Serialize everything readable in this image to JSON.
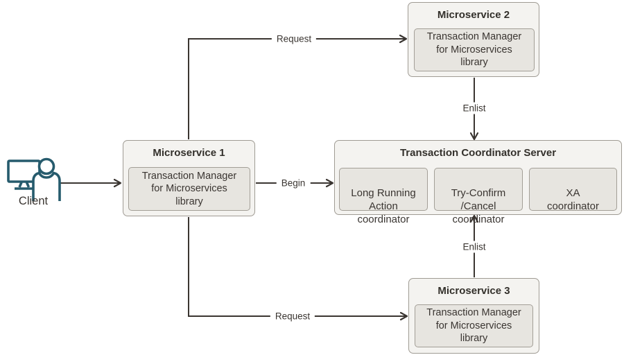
{
  "diagram": {
    "background": "#ffffff",
    "line_color": "#3a3531",
    "client_icon_color": "#265b6d",
    "outer_box_fill": "#f4f3f0",
    "inner_box_fill": "#e7e5e0",
    "border_color": "#9f9b93"
  },
  "client": {
    "label": "Client",
    "icon": "person-at-computer-icon"
  },
  "nodes": {
    "microservice1": {
      "title": "Microservice 1",
      "library": "Transaction Manager\nfor Microservices\nlibrary"
    },
    "microservice2": {
      "title": "Microservice 2",
      "library": "Transaction Manager\nfor Microservices\nlibrary"
    },
    "microservice3": {
      "title": "Microservice 3",
      "library": "Transaction Manager\nfor Microservices\nlibrary"
    },
    "coordinator": {
      "title": "Transaction Coordinator Server",
      "components": [
        {
          "label": "Long Running\nAction\ncoordinator"
        },
        {
          "label": "Try-Confirm\n/Cancel\ncoordinator"
        },
        {
          "label": "XA\ncoordinator"
        }
      ]
    }
  },
  "edges": {
    "client_to_ms1": "",
    "request_top": "Request",
    "begin": "Begin",
    "request_bottom": "Request",
    "enlist_top": "Enlist",
    "enlist_bottom": "Enlist"
  }
}
